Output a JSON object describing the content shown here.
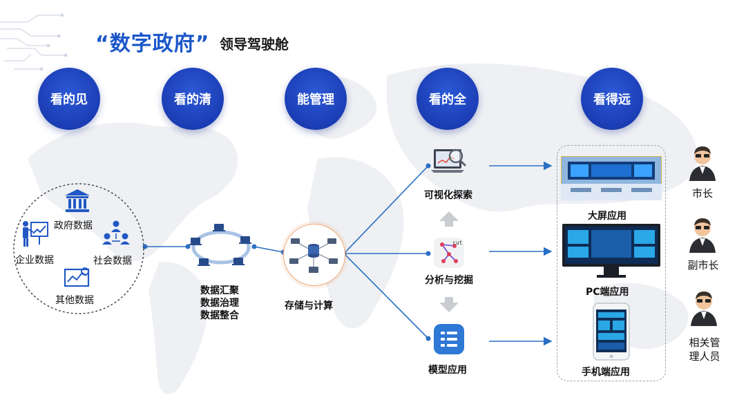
{
  "header": {
    "title": "“数字政府”",
    "subtitle": "领导驾驶舱"
  },
  "pillars": [
    "看的见",
    "看的清",
    "能管理",
    "看的全",
    "看得远"
  ],
  "sources": {
    "government": "政府数据",
    "enterprise": "企业数据",
    "social": "社会数据",
    "other": "其他数据"
  },
  "processing": {
    "lines": [
      "数据汇聚",
      "数据治理",
      "数据整合"
    ],
    "storage": "存储与计算"
  },
  "analysis": {
    "visual": "可视化探索",
    "mining": "分析与挖掘",
    "model": "模型应用",
    "cut_label": "cut"
  },
  "applications": {
    "big_screen": "大屏应用",
    "pc": "PC端应用",
    "mobile": "手机端应用"
  },
  "users": {
    "mayor": "市长",
    "vice_mayor": "副市长",
    "staff_line1": "相关管",
    "staff_line2": "理人员"
  },
  "colors": {
    "accent_blue": "#1b57c9",
    "pillar_blue": "#1e3fb8",
    "connector": "#2a6fc4"
  }
}
